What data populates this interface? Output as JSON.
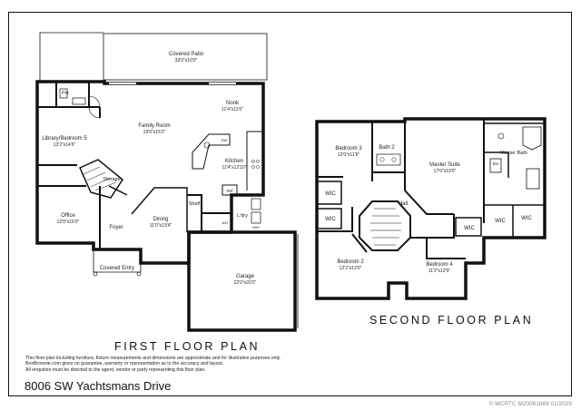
{
  "first_floor": {
    "title": "FIRST FLOOR PLAN",
    "rooms": {
      "covered_patio": {
        "name": "Covered Patio",
        "dims": "33'0\"x10'0\""
      },
      "pdr": {
        "name": "Pdr",
        "dims": ""
      },
      "library": {
        "name": "Library/Bedroom 5",
        "dims": "13'2\"x14'6\""
      },
      "family_room": {
        "name": "Family Room",
        "dims": "19'0\"x15'2\""
      },
      "nook": {
        "name": "Nook",
        "dims": "11'4\"x11'0\""
      },
      "kitchen": {
        "name": "Kitchen",
        "dims": "11'4\"x12'10\""
      },
      "ref": {
        "name": "Ref",
        "dims": ""
      },
      "storage": {
        "name": "Storage",
        "dims": ""
      },
      "office": {
        "name": "Office",
        "dims": "12'0\"x15'0\""
      },
      "foyer": {
        "name": "Foyer",
        "dims": ""
      },
      "dining": {
        "name": "Dining",
        "dims": "11'0\"x13'4\""
      },
      "shelf": {
        "name": "Shelf",
        "dims": ""
      },
      "ldry": {
        "name": "L'dry",
        "dims": ""
      },
      "covered_entry": {
        "name": "Covered Entry",
        "dims": ""
      },
      "garage": {
        "name": "Garage",
        "dims": "22'0\"x20'2\""
      },
      "dw": {
        "name": "DW",
        "dims": ""
      },
      "ah": {
        "name": "A/H",
        "dims": ""
      },
      "wh": {
        "name": "W/H",
        "dims": ""
      }
    }
  },
  "second_floor": {
    "title": "SECOND FLOOR PLAN",
    "rooms": {
      "bedroom3": {
        "name": "Bedroom 3",
        "dims": "12'0\"x11'6\""
      },
      "bath2": {
        "name": "Bath 2",
        "dims": ""
      },
      "master_suite": {
        "name": "Master Suite",
        "dims": "17'0\"x19'0\""
      },
      "master_bath": {
        "name": "Master Bath",
        "dims": ""
      },
      "shr": {
        "name": "Shr",
        "dims": ""
      },
      "wic_b3": {
        "name": "WIC",
        "dims": ""
      },
      "wic_b2": {
        "name": "WIC",
        "dims": ""
      },
      "wic_hall": {
        "name": "WIC",
        "dims": ""
      },
      "wic_m1": {
        "name": "WIC",
        "dims": ""
      },
      "wic_m2": {
        "name": "WIC",
        "dims": ""
      },
      "hall": {
        "name": "Hall",
        "dims": ""
      },
      "bedroom2": {
        "name": "Bedroom 2",
        "dims": "12'2\"x13'0\""
      },
      "bedroom4": {
        "name": "Bedroom 4",
        "dims": "11'2\"x12'0\""
      }
    }
  },
  "disclaimer": [
    "This floor plan including furniture, fixture measurements and dimensions are approximate and for illustrative purposes only.",
    "BoxBrownie.com gives no guarantee, warranty or representation as to the accuracy and layout.",
    "All enquiries must be directed to the agent, vendor or party representing this floor plan."
  ],
  "address": "8006 SW Yachtsmans Drive",
  "watermark": "© MCRTC M20061689 01/2025"
}
